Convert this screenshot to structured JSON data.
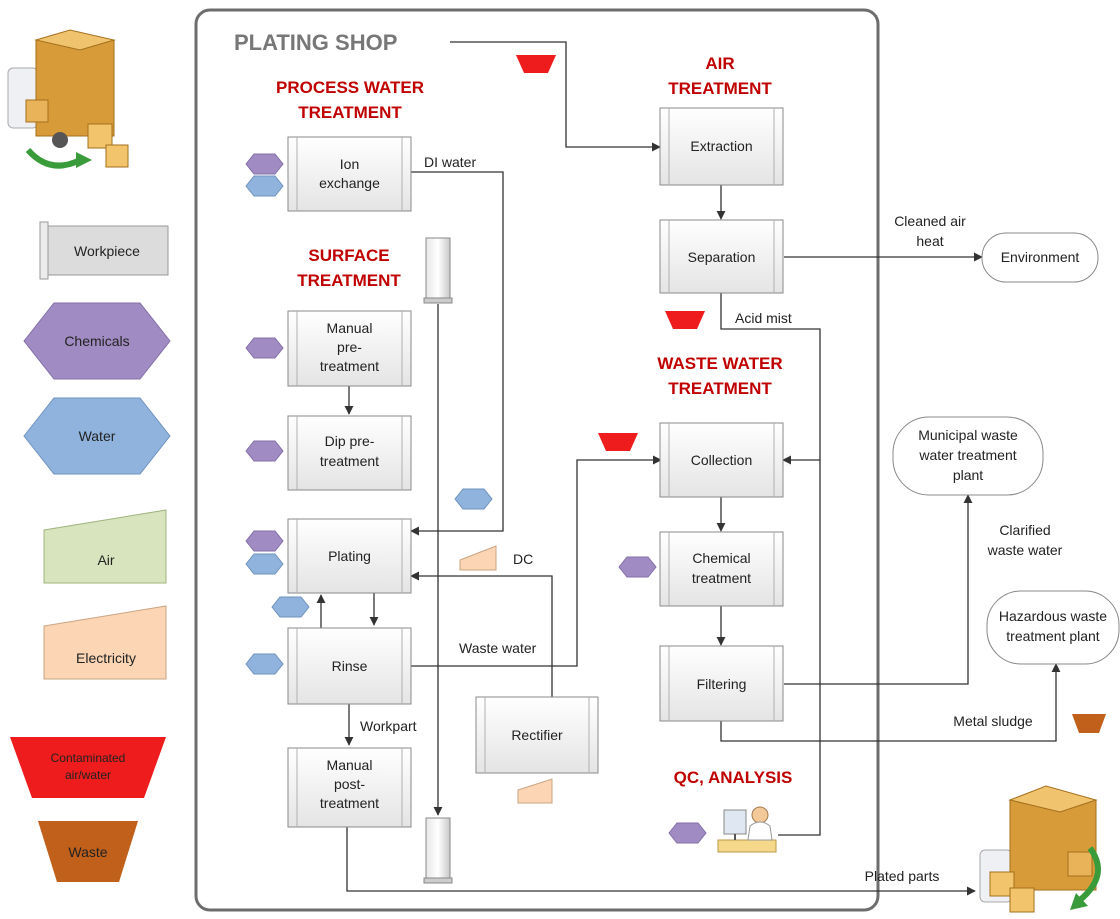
{
  "shop_title": "PLATING SHOP",
  "section_titles": {
    "process_water": [
      "PROCESS WATER",
      "TREATMENT"
    ],
    "surface": [
      "SURFACE",
      "TREATMENT"
    ],
    "air": [
      "AIR",
      "TREATMENT"
    ],
    "waste_water": [
      "WASTE WATER",
      "TREATMENT"
    ],
    "qc": "QC, ANALYSIS"
  },
  "legend": {
    "workpiece": "Workpiece",
    "chemicals": "Chemicals",
    "water": "Water",
    "air": "Air",
    "electricity": "Electricity",
    "contaminated": [
      "Contaminated",
      "air/water"
    ],
    "waste": "Waste"
  },
  "process": {
    "ion_exchange": [
      "Ion",
      "exchange"
    ],
    "manual_pre": [
      "Manual",
      "pre-",
      "treatment"
    ],
    "dip_pre": [
      "Dip pre-",
      "treatment"
    ],
    "plating": [
      "Plating"
    ],
    "rinse": [
      "Rinse"
    ],
    "manual_post": [
      "Manual",
      "post-",
      "treatment"
    ],
    "rectifier": [
      "Rectifier"
    ],
    "extraction": [
      "Extraction"
    ],
    "separation": [
      "Separation"
    ],
    "collection": [
      "Collection"
    ],
    "chemical_treatment": [
      "Chemical",
      "treatment"
    ],
    "filtering": [
      "Filtering"
    ]
  },
  "terminals": {
    "environment": [
      "Environment"
    ],
    "municipal": [
      "Municipal waste",
      "water treatment",
      "plant"
    ],
    "hazardous": [
      "Hazardous waste",
      "treatment plant"
    ]
  },
  "flow_labels": {
    "di_water": "DI water",
    "dc": "DC",
    "waste_water": "Waste water",
    "workpart": "Workpart",
    "cleaned_air": [
      "Cleaned air",
      "heat"
    ],
    "acid_mist": "Acid mist",
    "clarified": [
      "Clarified",
      "waste water"
    ],
    "metal_sludge": "Metal sludge",
    "plated_parts": "Plated parts"
  },
  "colors": {
    "chemicals": "#a08cc2",
    "water": "#8fb3dc",
    "air": "#d7e4bd",
    "electricity": "#fcd5b5",
    "contaminated": "#ee1c1c",
    "waste": "#c0601a",
    "title_red": "#c00000"
  }
}
